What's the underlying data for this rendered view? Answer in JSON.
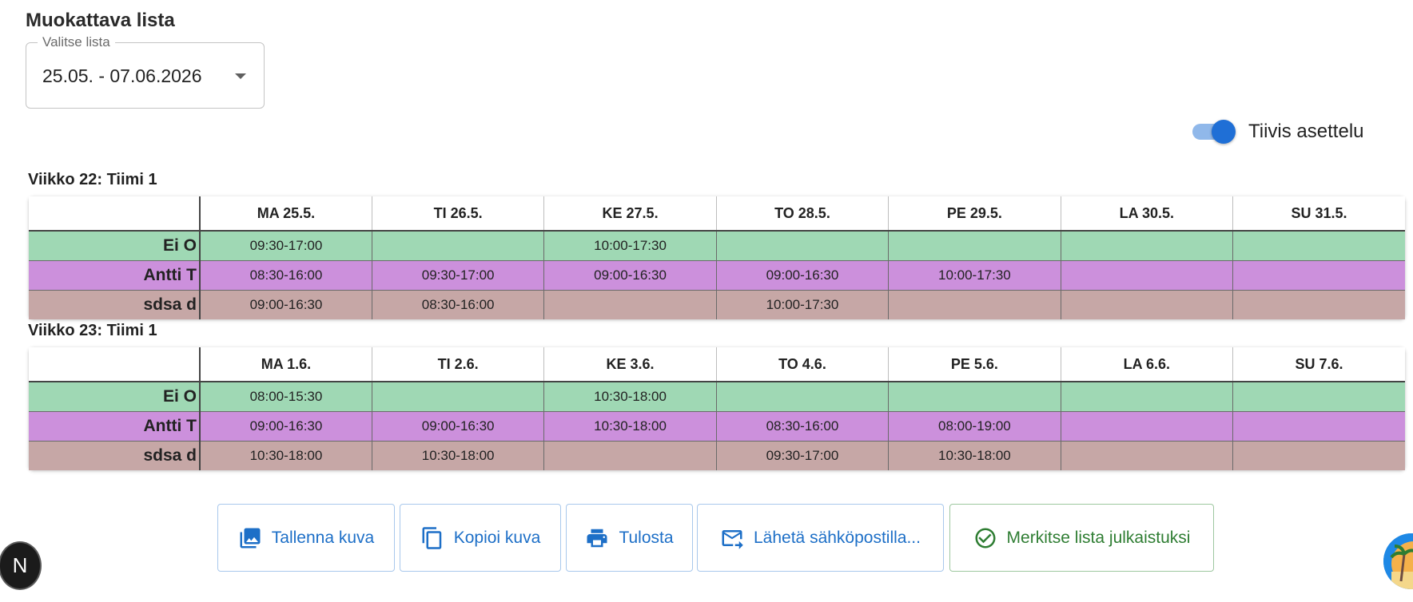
{
  "page": {
    "title": "Muokattava lista"
  },
  "list_select": {
    "legend": "Valitse lista",
    "value": "25.05. - 07.06.2026"
  },
  "layout_toggle": {
    "label": "Tiivis asettelu",
    "on": true
  },
  "weeks": [
    {
      "title": "Viikko 22: Tiimi 1",
      "days": [
        "MA 25.5.",
        "TI 26.5.",
        "KE 27.5.",
        "TO 28.5.",
        "PE 29.5.",
        "LA 30.5.",
        "SU 31.5."
      ],
      "rows": [
        {
          "name": "Ei O",
          "color": "#9fd8b4",
          "shifts": [
            "09:30-17:00",
            "",
            "10:00-17:30",
            "",
            "",
            "",
            ""
          ]
        },
        {
          "name": "Antti T",
          "color": "#cc90dc",
          "shifts": [
            "08:30-16:00",
            "09:30-17:00",
            "09:00-16:30",
            "09:00-16:30",
            "10:00-17:30",
            "",
            ""
          ]
        },
        {
          "name": "sdsa d",
          "color": "#c6a7a6",
          "shifts": [
            "09:00-16:30",
            "08:30-16:00",
            "",
            "10:00-17:30",
            "",
            "",
            ""
          ]
        }
      ]
    },
    {
      "title": "Viikko 23: Tiimi 1",
      "days": [
        "MA 1.6.",
        "TI 2.6.",
        "KE 3.6.",
        "TO 4.6.",
        "PE 5.6.",
        "LA 6.6.",
        "SU 7.6."
      ],
      "rows": [
        {
          "name": "Ei O",
          "color": "#9fd8b4",
          "shifts": [
            "08:00-15:30",
            "",
            "10:30-18:00",
            "",
            "",
            "",
            ""
          ]
        },
        {
          "name": "Antti T",
          "color": "#cc90dc",
          "shifts": [
            "09:00-16:30",
            "09:00-16:30",
            "10:30-18:00",
            "08:30-16:00",
            "08:00-19:00",
            "",
            ""
          ]
        },
        {
          "name": "sdsa d",
          "color": "#c6a7a6",
          "shifts": [
            "10:30-18:00",
            "10:30-18:00",
            "",
            "09:30-17:00",
            "10:30-18:00",
            "",
            ""
          ]
        }
      ]
    }
  ],
  "actions": {
    "save_image": {
      "label": "Tallenna kuva",
      "icon": "image-save-icon"
    },
    "copy_image": {
      "label": "Kopioi kuva",
      "icon": "copy-icon"
    },
    "print": {
      "label": "Tulosta",
      "icon": "printer-icon"
    },
    "send_email": {
      "label": "Lähetä sähköpostilla...",
      "icon": "email-send-icon"
    },
    "publish": {
      "label": "Merkitse lista julkaistuksi",
      "icon": "check-circle-icon"
    }
  },
  "colors": {
    "accent": "#1d6fc7",
    "success": "#2e7d32"
  },
  "badge": {
    "letter": "N"
  }
}
